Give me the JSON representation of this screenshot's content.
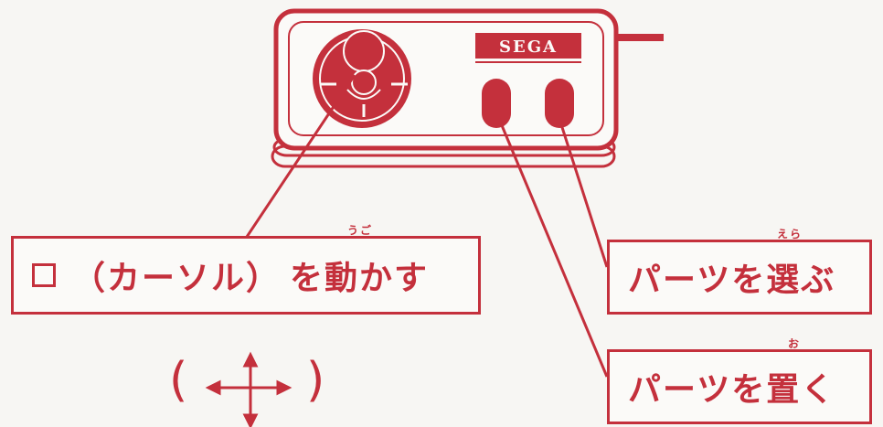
{
  "controller": {
    "brand": "SEGA"
  },
  "labels": {
    "move_cursor_prefix_paren": "（カーソル）",
    "move_cursor_suffix": "を動かす",
    "move_cursor_ruby": "うご",
    "select_parts": "パーツを選ぶ",
    "select_parts_ruby": "えら",
    "place_parts": "パーツを置く",
    "place_parts_ruby": "お"
  },
  "direction_hint": {
    "open_paren": "(",
    "close_paren": ")"
  },
  "colors": {
    "accent": "#c4303c",
    "background": "#f7f6f3"
  }
}
